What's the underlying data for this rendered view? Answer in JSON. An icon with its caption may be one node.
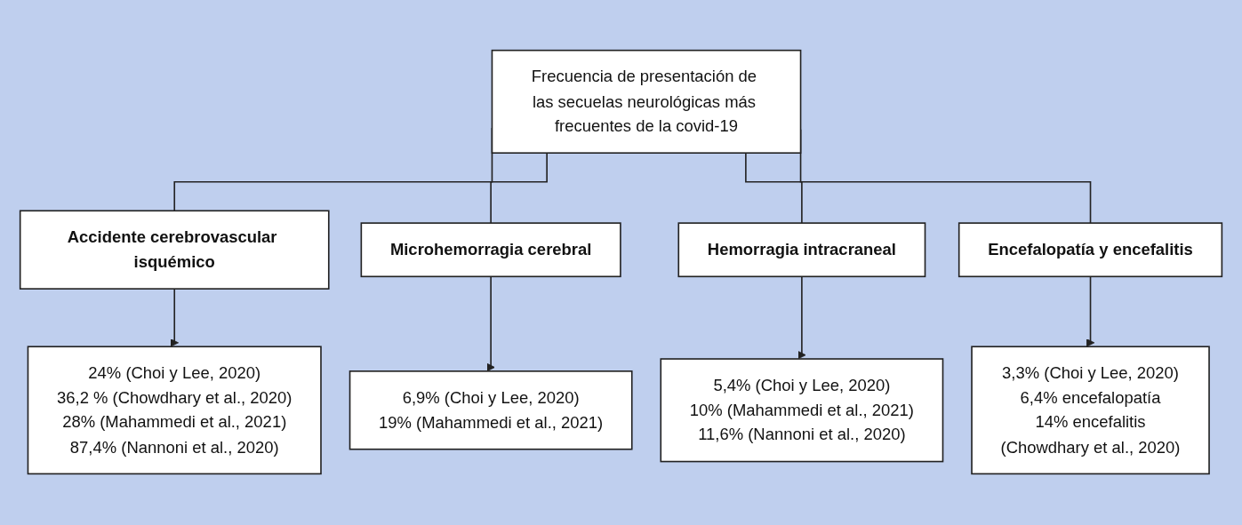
{
  "diagram": {
    "nodes": [
      {
        "text": [
          "Frecuencia de presentación de las secuelas neurológicas más frecuentes de la covid-19"
        ]
      },
      {
        "text": [
          "Accidente cerebrovascular isquémico"
        ]
      },
      {
        "text": [
          "Microhemorragia cerebral"
        ]
      },
      {
        "text": [
          "Hemorragia intracraneal"
        ]
      },
      {
        "text": [
          "Encefalopatía y encefalitis"
        ]
      },
      {
        "text": [
          "24% (Choi y Lee, 2020)",
          "36,2 % (Chowdhary et al., 2020)",
          "28% (Mahammedi et al., 2021)",
          "87,4% (Nannoni et al., 2020)"
        ]
      },
      {
        "text": [
          "6,9% (Choi y Lee, 2020)",
          "19% (Mahammedi et al., 2021)"
        ]
      },
      {
        "text": [
          "5,4% (Choi y Lee, 2020)",
          "10% (Mahammedi et al., 2021)",
          "11,6% (Nannoni et al., 2020)"
        ]
      },
      {
        "text": [
          "3,3% (Choi y Lee, 2020)",
          "6,4% encefalopatía",
          "14% encefalitis",
          "(Chowdhary et al., 2020)"
        ]
      }
    ],
    "edges": [
      {
        "from": 0,
        "to": 1,
        "arrow": "none"
      },
      {
        "from": 0,
        "to": 2,
        "arrow": "none"
      },
      {
        "from": 0,
        "to": 3,
        "arrow": "none"
      },
      {
        "from": 0,
        "to": 4,
        "arrow": "none"
      },
      {
        "from": 1,
        "to": 5,
        "arrow": "to"
      },
      {
        "from": 2,
        "to": 6,
        "arrow": "to"
      },
      {
        "from": 3,
        "to": 7,
        "arrow": "to"
      },
      {
        "from": 4,
        "to": 8,
        "arrow": "to"
      }
    ]
  }
}
